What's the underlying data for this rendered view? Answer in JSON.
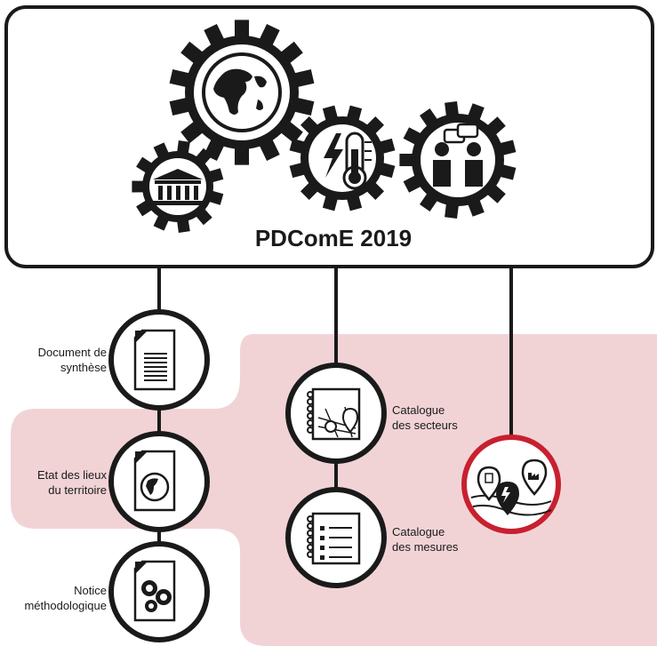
{
  "title": "PDComE 2019",
  "colors": {
    "ink": "#1a1a1a",
    "panel": "#f1d3d6",
    "accent": "#c8202f",
    "paper": "#ffffff"
  },
  "gears": [
    {
      "name": "globe-gear",
      "icon": "globe-icon"
    },
    {
      "name": "institution-gear",
      "icon": "institution-icon"
    },
    {
      "name": "energy-climate-gear",
      "icon": "thermometer-lightning-icon"
    },
    {
      "name": "dialogue-gear",
      "icon": "people-dialogue-icon"
    }
  ],
  "documents": [
    {
      "key": "synthese",
      "icon": "document-text-icon",
      "label_line1": "Document de",
      "label_line2": "synthèse"
    },
    {
      "key": "etat_des_lieux",
      "icon": "document-globe-icon",
      "label_line1": "Etat des lieux",
      "label_line2": "du territoire"
    },
    {
      "key": "notice",
      "icon": "document-gears-icon",
      "label_line1": "Notice",
      "label_line2": "méthodologique"
    },
    {
      "key": "catalogue_secteurs",
      "icon": "notebook-map-icon",
      "label_line1": "Catalogue",
      "label_line2": "des secteurs"
    },
    {
      "key": "catalogue_mesures",
      "icon": "notebook-checklist-icon",
      "label_line1": "Catalogue",
      "label_line2": "des mesures"
    },
    {
      "key": "carte_mesures",
      "icon": "map-pins-icon"
    }
  ]
}
